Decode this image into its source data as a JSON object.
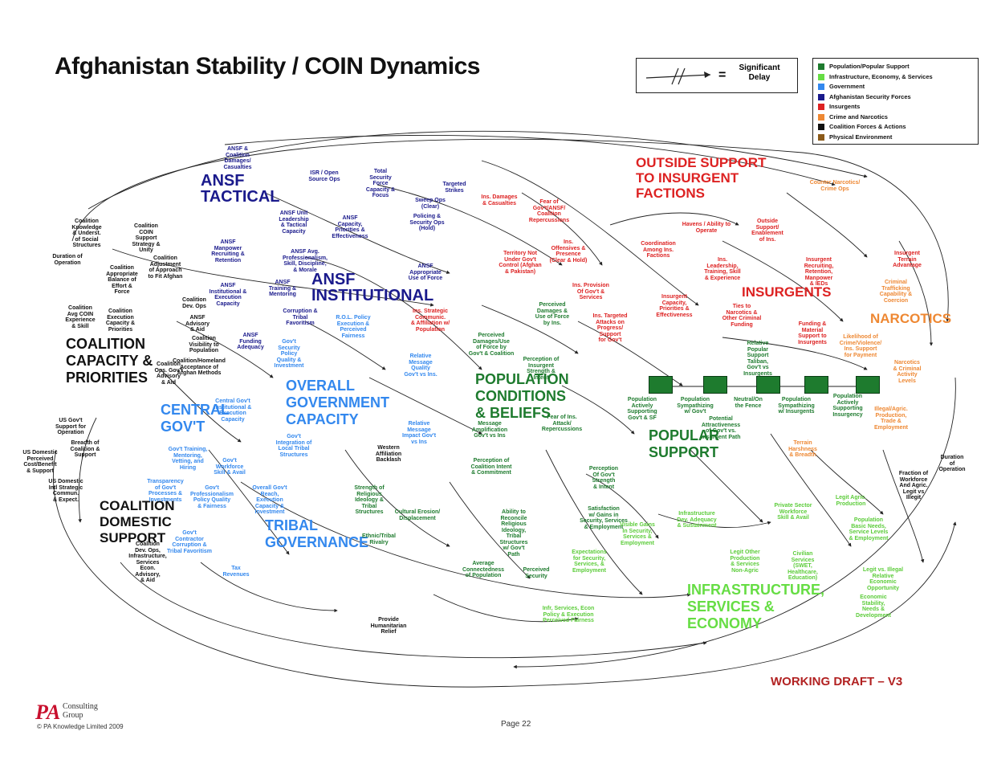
{
  "title": "Afghanistan Stability / COIN Dynamics",
  "delay_legend": {
    "symbol": "=",
    "label": "Significant Delay"
  },
  "legend": [
    {
      "label": "Population/Popular Support",
      "color": "#1e7b2e"
    },
    {
      "label": "Infrastructure, Economy, & Services",
      "color": "#66dd44"
    },
    {
      "label": "Government",
      "color": "#3388ee"
    },
    {
      "label": "Afghanistan Security Forces",
      "color": "#1a1a8c"
    },
    {
      "label": "Insurgents",
      "color": "#dd2222"
    },
    {
      "label": "Crime and Narcotics",
      "color": "#ee8833"
    },
    {
      "label": "Coalition Forces & Actions",
      "color": "#111111"
    },
    {
      "label": "Physical Environment",
      "color": "#8b5a1a"
    }
  ],
  "clusters": {
    "ansf_tactical": "ANSF\nTACTICAL",
    "ansf_institutional": "ANSF\nINSTITUTIONAL",
    "outside_support": "OUTSIDE SUPPORT\nTO INSURGENT\nFACTIONS",
    "insurgents": "INSURGENTS",
    "narcotics": "NARCOTICS",
    "coalition_capacity": "COALITION\nCAPACITY &\nPRIORITIES",
    "overall_govt": "OVERALL\nGOVERNMENT\nCAPACITY",
    "central_govt": "CENTRAL\nGOV'T",
    "population": "POPULATION\nCONDITIONS\n& BELIEFS",
    "popular_support": "POPULAR\nSUPPORT",
    "coalition_domestic": "COALITION\nDOMESTIC\nSUPPORT",
    "tribal": "TRIBAL\nGOVERNANCE",
    "infrastructure": "INFRASTRUCTURE,\nSERVICES &\nECONOMY"
  },
  "nodes": {
    "n1": "ANSF &\nCoalition\nDamages/\nCasualties",
    "n2": "ISR / Open\nSource Ops",
    "n3": "Total\nSecurity\nForce\nCapacity &\nFocus",
    "n4": "Targeted\nStrikes",
    "n5": "Sweep Ops\n(Clear)",
    "n6": "Policing &\nSecurity Ops\n(Hold)",
    "n7": "Ins. Damages\n& Casualties",
    "n8": "Fear of\nGov't/ANSF/\nCoalition\nRepercussions",
    "n9": "Counter Narcotics/\nCrime Ops",
    "n10": "ANSF Unit\nLeadership\n& Tactical\nCapacity",
    "n11": "ANSF\nCapacity,\nPriorities &\nEffectiveness",
    "n12": "ANSF\nManpower\nRecruiting &\nRetention",
    "n13": "ANSF Avg.\nProfessionalism,\nSkill, Discipline,\n& Morale",
    "n14": "ANSF\nInstitutional &\nExecution\nCapacity",
    "n15": "ANSF\nTraining &\nMentoring",
    "n16": "ANSF\nAppropriate\nUse of Force",
    "n17": "Coalition\nKnowledge\n& Underst.\nof Social\nStructures",
    "n18": "Coalition\nCOIN\nSupport\nStrategy &\nUnity",
    "n19": "Duration of\nOperation",
    "n20": "Coalition\nAdjustment\nof Approach\nto Fit Afghan",
    "n21": "Coalition\nAppropriate\nBalance of\nEffort &\nForce",
    "n22": "Coalition\nAvg COIN\nExperience\n& Skill",
    "n23": "Coalition\nExecution\nCapacity &\nPriorities",
    "n24": "Coalition\nDev. Ops",
    "n25": "ANSF\nAdvisory\n& Aid",
    "n26": "Corruption &\nTribal\nFavoritism",
    "n27": "R.O.L. Policy\nExecution &\nPerceived\nFairness",
    "n28": "Coalition\nVisibility to\nPopulation",
    "n29": "ANSF\nFunding\nAdequacy",
    "n30": "Gov't\nSecurity\nPolicy\nQuality &\nInvestment",
    "n31": "Ins. Strategic\nCommunic.\n& Affiliation w/\nPopulation",
    "n32": "Relative\nMessage\nQuality\nGov't vs Ins.",
    "n33": "Perceived\nDamages/Use\nof Force by\nGov't & Coalition",
    "n34": "Territory Not\nUnder Gov't\nControl (Afghan\n& Pakistan)",
    "n35": "Ins.\nOffensives &\nPresence\n(Clear & Hold)",
    "n36": "Perceived\nDamages &\nUse of Force\nby Ins.",
    "n37": "Ins. Provision\nOf Gov't &\nServices",
    "n38": "Perception of\nInsurgent\nStrength &\nIntent",
    "n39": "Ins. Targeted\nAttacks on\nProgress/\nSupport\nfor Gov't",
    "n40": "Havens / Ability to\nOperate",
    "n41": "Outside\nSupport/\nEnablement\nof Ins.",
    "n42": "Coordination\nAmong Ins.\nFactions",
    "n43": "Ins.\nLeadership,\nTraining, Skill\n& Experience",
    "n44": "Insurgent\nCapacity,\nPriorities &\nEffectiveness",
    "n45": "Insurgent\nRecruiting,\nRetention,\nManpower\n& IEDs",
    "n46": "Insurgent\nTerrain\nAdvantage",
    "n47": "Criminal\nTrafficking\nCapability &\nCoercion",
    "n48": "Ties to\nNarcotics &\nOther Criminal\nFunding",
    "n49": "Funding &\nMaterial\nSupport to\nInsurgents",
    "n50": "Relative\nPopular\nSupport\nTaliban,\nGov't vs\nInsurgents",
    "n51": "Likelihood of\nCrime/Violence/\nIns. Support\nfor Payment",
    "n52": "Narcotics\n& Criminal\nActivity\nLevels",
    "n53": "Population\nActively\nSupporting\nGov't & SF",
    "n54": "Population\nSympathizing\nw/ Gov't",
    "n55": "Neutral/On\nthe Fence",
    "n56": "Population\nSympathizing\nw/ Insurgents",
    "n57": "Population\nActively\nSupporting\nInsurgency",
    "n58": "Illegal/Agric.\nProduction,\nTrade &\nEmployment",
    "n59": "Coalition/Homeland\nAcceptance of\nAfghan Methods",
    "n60": "Coalition\nOps. Gov't\nAdvisory\n& Aid",
    "n61": "Central Gov't\nInstitutional &\nExecution\nCapacity",
    "n62": "Gov't\nIntegration of\nLocal Tribal\nStructures",
    "n63": "Western\nAffiliation\nBacklash",
    "n64": "Relative\nMessage\nImpact Gov't\nvs Ins",
    "n65": "Message\nAmplification\nGov't vs Ins",
    "n66": "Fear of Ins.\nAttack/\nRepercussions",
    "n67": "US Gov't\nSupport for\nOperation",
    "n68": "US Domestic\nPerceived\nCost/Benefit\n& Support",
    "n69": "Breadth of\nCoalition &\nSupport",
    "n70": "US Domestic\nIntl Strategic\nCommun.\n& Expect.",
    "n71": "Gov't Training,\nMentoring,\nVetting, and\nHiring",
    "n72": "Gov't\nWorkforce\nSkill & Avail",
    "n73": "Transparency\nof Gov't\nProcesses &\nInvestments",
    "n74": "Gov't\nProfessionalism\nPolicy Quality\n& Fairness",
    "n75": "Overall Gov't\nReach,\nExecution\nCapacity &\nInvestment",
    "n76": "Gov't\nContractor\nCorruption &\nTribal Favoritism",
    "n77": "Tax\nRevenues",
    "n78": "Strength of\nReligious\nIdeology &\nTribal\nStructures",
    "n79": "Cultural Erosion/\nDisplacement",
    "n80": "Ethnic/Tribal\nRivalry",
    "n81": "Perception of\nCoalition Intent\n& Commitment",
    "n82": "Ability to\nReconcile\nReligious\nIdeology,\nTribal\nStructures\nw/ Gov't\nPath",
    "n83": "Perception\nOf Gov't\nStrength\n& Intent",
    "n84": "Satisfaction\nw/ Gains in\nSecurity, Services\n& Employment",
    "n85": "Visible Gains\nIn Security,\nServices &\nEmployment",
    "n86": "Expectations\nfor Security,\nServices, &\nEmployment",
    "n87": "Average\nConnectedness\nof Population",
    "n88": "Perceived\nSecurity",
    "n89": "Infr, Services, Econ\nPolicy & Execution\nPerceived Fairness",
    "n90": "Provide\nHumanitarian\nRelief",
    "n91": "Potential\nAttractiveness\nof Gov't vs.\nInsurgent Path",
    "n92": "Terrain\nHarshness\n& Breadth",
    "n93": "Infrastructure\nDev. Adequacy\n& Sustainment",
    "n94": "Private Sector\nWorkforce\nSkill & Avail",
    "n95": "Legit Agric.\nProduction",
    "n96": "Population\nBasic Needs,\nService Levels\n& Employment",
    "n97": "Legit Other\nProduction\n& Services\nNon-Agric",
    "n98": "Civilian\nServices\n(SWET,\nHealthcare,\nEducation)",
    "n99": "Legit vs. Illegal\nRelative\nEconomic\nOpportunity",
    "n100": "Fraction of\nWorkforce\nAnd Agric.\nLegit vs\nIllegit",
    "n101": "Duration\nof\nOperation",
    "n102": "Economic\nStability,\nNeeds &\nDevelopment",
    "n103": "Coalition\nDev. Ops,\nInfrastructure,\nServices\nEcon.\nAdvisory,\n& Aid"
  },
  "footer": {
    "draft": "WORKING DRAFT – V3",
    "logo_pa": "PA",
    "logo_text": "Consulting\nGroup",
    "copyright": "© PA Knowledge Limited 2009",
    "page": "Page 22"
  }
}
